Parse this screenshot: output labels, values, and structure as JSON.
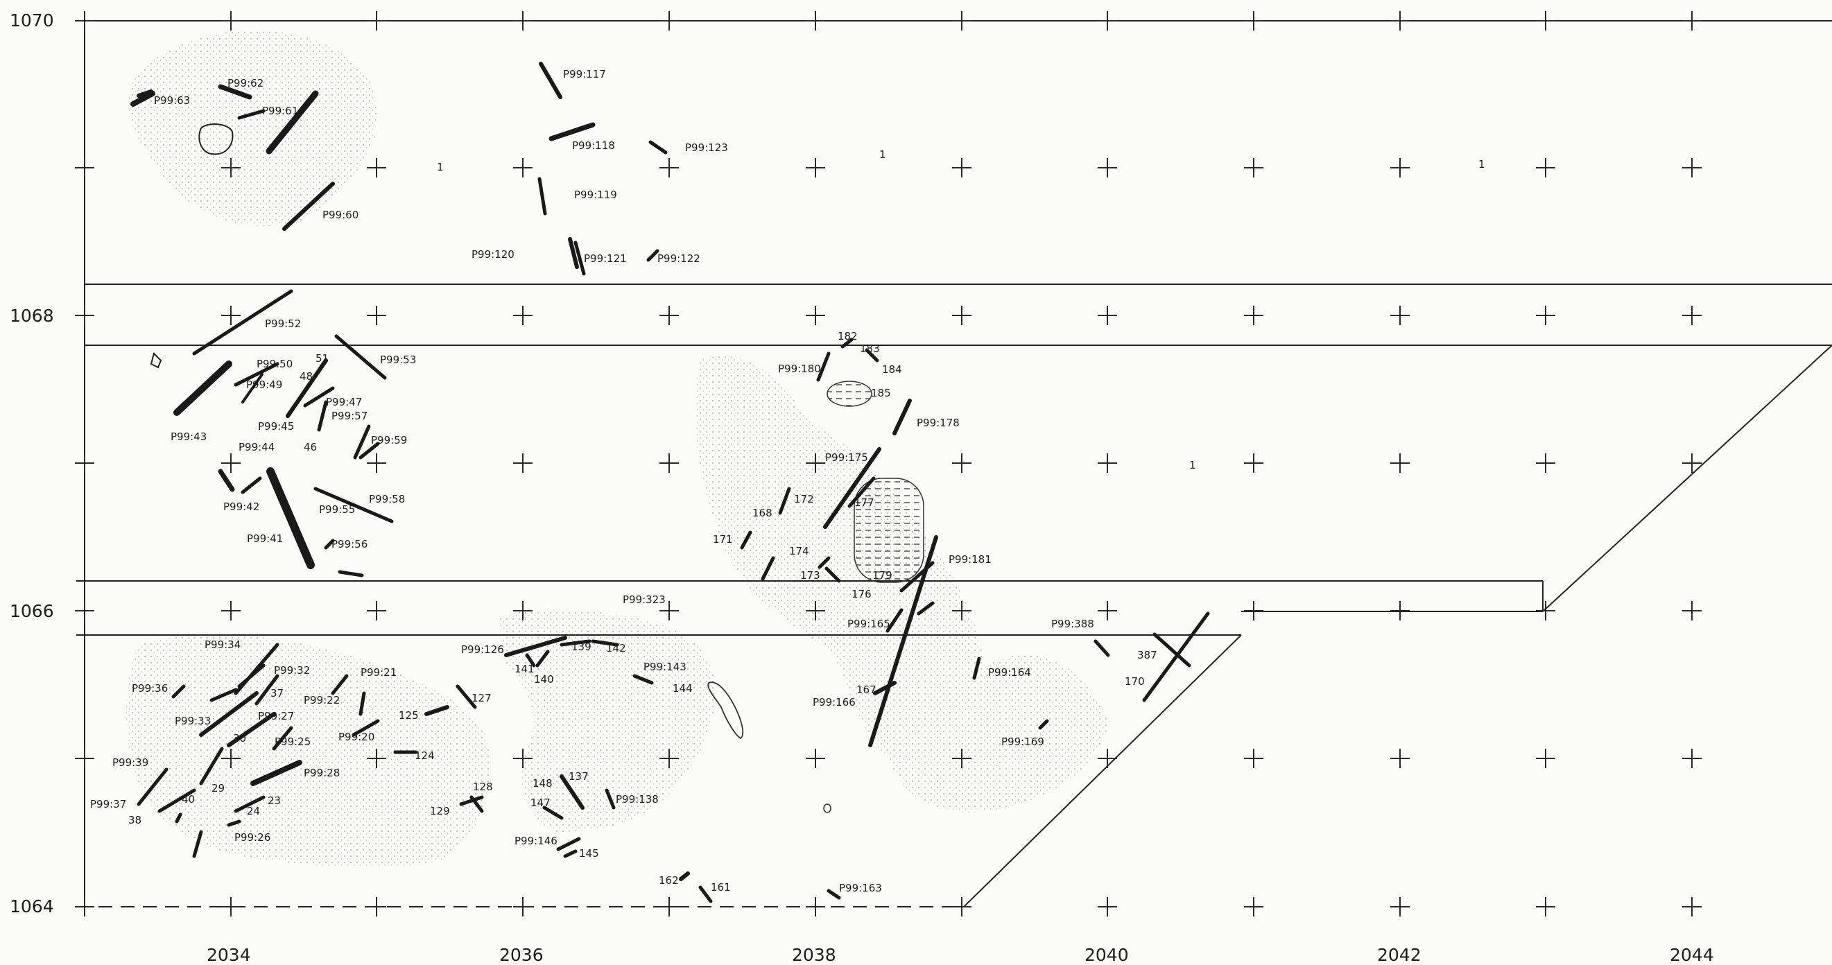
{
  "x_axis": {
    "labels": [
      "2034",
      "2036",
      "2038",
      "2040",
      "2042",
      "2044"
    ]
  },
  "y_axis": {
    "labels": [
      "1070",
      "1068",
      "1066",
      "1064"
    ]
  },
  "finds": [
    "P99:63",
    "P99:62",
    "P99:61",
    "P99:60",
    "P99:117",
    "P99:118",
    "P99:123",
    "P99:119",
    "P99:120",
    "P99:121",
    "P99:122",
    "P99:52",
    "P99:53",
    "P99:50",
    "51",
    "P99:49",
    "48",
    "P99:47",
    "P99:43",
    "P99:45",
    "P99:44",
    "46",
    "P99:57",
    "P99:59",
    "P99:42",
    "P99:58",
    "P99:55",
    "P99:41",
    "P99:56",
    "182",
    "183",
    "P99:180",
    "184",
    "185",
    "P99:178",
    "P99:175",
    "172",
    "168",
    "177",
    "171",
    "174",
    "173",
    "176",
    "179",
    "P99:181",
    "P99:323",
    "P99:165",
    "P99:388",
    "387",
    "170",
    "P99:164",
    "P99:34",
    "P99:36",
    "P99:32",
    "P99:21",
    "P99:22",
    "37",
    "P99:33",
    "P99:27",
    "30",
    "P99:25",
    "P99:20",
    "P99:39",
    "P99:28",
    "P99:37",
    "40",
    "29",
    "24",
    "23",
    "38",
    "P99:26",
    "P99:126",
    "139",
    "142",
    "141",
    "140",
    "P99:143",
    "144",
    "125",
    "127",
    "124",
    "167",
    "P99:166",
    "P99:169",
    "128",
    "129",
    "148",
    "137",
    "147",
    "P99:138",
    "P99:146",
    "145",
    "162",
    "161",
    "P99:163"
  ],
  "marks": [
    "1",
    "1",
    "1",
    "1"
  ]
}
